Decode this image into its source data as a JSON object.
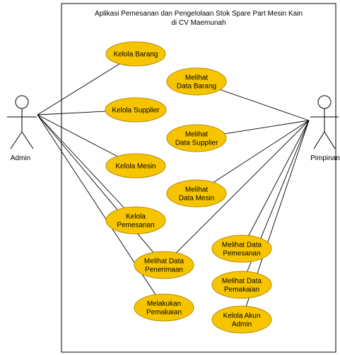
{
  "system": {
    "title_line1": "Aplikasi Pemesanan dan Pengelolaan Stok Spare Part Mesin Kain",
    "title_line2": "di CV Maemunah"
  },
  "actors": {
    "admin": {
      "label": "Admin"
    },
    "pimpinan": {
      "label": "Pimpinan"
    }
  },
  "usecases": [
    {
      "id": "kelola-barang",
      "lines": [
        "Kelola Barang"
      ]
    },
    {
      "id": "melihat-data-barang",
      "lines": [
        "Melihat",
        "Data Barang"
      ]
    },
    {
      "id": "kelola-supplier",
      "lines": [
        "Kelola Supplier"
      ]
    },
    {
      "id": "melihat-data-supplier",
      "lines": [
        "Melihat",
        "Data Supplier"
      ]
    },
    {
      "id": "kelola-mesin",
      "lines": [
        "Kelola Mesin"
      ]
    },
    {
      "id": "melihat-data-mesin",
      "lines": [
        "Melihat",
        "Data Mesin"
      ]
    },
    {
      "id": "kelola-pemesanan",
      "lines": [
        "Kelola",
        "Pemesanan"
      ]
    },
    {
      "id": "melihat-data-penerimaan",
      "lines": [
        "Melihat Data",
        "Penerimaan"
      ]
    },
    {
      "id": "melihat-data-pemesanan",
      "lines": [
        "Melihat Data",
        "Pemesanan"
      ]
    },
    {
      "id": "melihat-data-pemakaian",
      "lines": [
        "Melihat Data",
        "Pemakaian"
      ]
    },
    {
      "id": "melakukan-pemakaian",
      "lines": [
        "Melakukan",
        "Pemakaian"
      ]
    },
    {
      "id": "kelola-akun-admin",
      "lines": [
        "Kelola Akun",
        "Admin"
      ]
    }
  ],
  "associations": {
    "admin": [
      "kelola-barang",
      "kelola-supplier",
      "kelola-mesin",
      "kelola-pemesanan",
      "melihat-data-penerimaan",
      "melakukan-pemakaian"
    ],
    "pimpinan": [
      "melihat-data-barang",
      "melihat-data-supplier",
      "melihat-data-mesin",
      "melihat-data-penerimaan",
      "melihat-data-pemesanan",
      "melihat-data-pemakaian",
      "kelola-akun-admin"
    ]
  },
  "colors": {
    "usecase_fill": "#f7c500",
    "usecase_stroke": "#b58c00",
    "line": "#000000"
  }
}
